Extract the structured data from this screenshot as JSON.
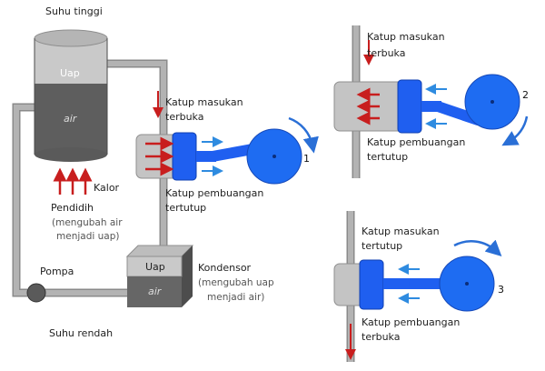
{
  "colors": {
    "pipe": "#a6a6a6",
    "pipe_edge": "#8a8a8a",
    "tank_top": "#c9c9c9",
    "tank_water": "#6f6f6f",
    "piston": "#1f5ff0",
    "wheel": "#1e6cf2",
    "arrow_red": "#c81e1e",
    "arrow_blue": "#2e8be0"
  },
  "labels": {
    "suhu_tinggi": "Suhu tinggi",
    "suhu_rendah": "Suhu rendah",
    "uap": "Uap",
    "air": "air",
    "kalor": "Kalor",
    "pendidih": "Pendidih",
    "pendidih_note_1": "(mengubah air",
    "pendidih_note_2": "menjadi uap)",
    "pompa": "Pompa",
    "kondensor": "Kondensor",
    "kondensor_note_1": "(mengubah uap",
    "kondensor_note_2": "menjadi air)",
    "kondensor_uap": "Uap",
    "kondensor_air": "air"
  },
  "stage1": {
    "inlet_1": "Katup masukan",
    "inlet_2": "terbuka",
    "outlet_1": "Katup pembuangan",
    "outlet_2": "tertutup",
    "number": "1"
  },
  "stage2": {
    "inlet_1": "Katup masukan",
    "inlet_2": "terbuka",
    "outlet_1": "Katup pembuangan",
    "outlet_2": "tertutup",
    "number": "2"
  },
  "stage3": {
    "inlet_1": "Katup masukan",
    "inlet_2": "tertutup",
    "outlet_1": "Katup pembuangan",
    "outlet_2": "terbuka",
    "number": "3"
  }
}
